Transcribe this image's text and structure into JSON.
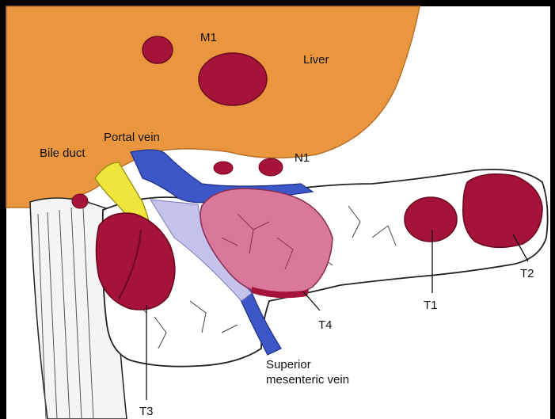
{
  "labels": {
    "m1": "M1",
    "liver": "Liver",
    "portal_vein": "Portal vein",
    "bile_duct": "Bile duct",
    "n1": "N1",
    "t1": "T1",
    "t2": "T2",
    "t3": "T3",
    "t4": "T4",
    "smv_line1": "Superior",
    "smv_line2": "mesenteric vein"
  },
  "colors": {
    "background": "#000000",
    "liver": "#E9963F",
    "tumor": "#A5123A",
    "tumor_dark": "#7E0A2A",
    "pancreas": "#FFFFFF",
    "portal_vein": "#3B57C8",
    "bile_duct": "#EEE63C",
    "t4_tumor": "#D9789A",
    "lavender": "#C5C3EC",
    "duodenum": "#F2F2F2"
  }
}
